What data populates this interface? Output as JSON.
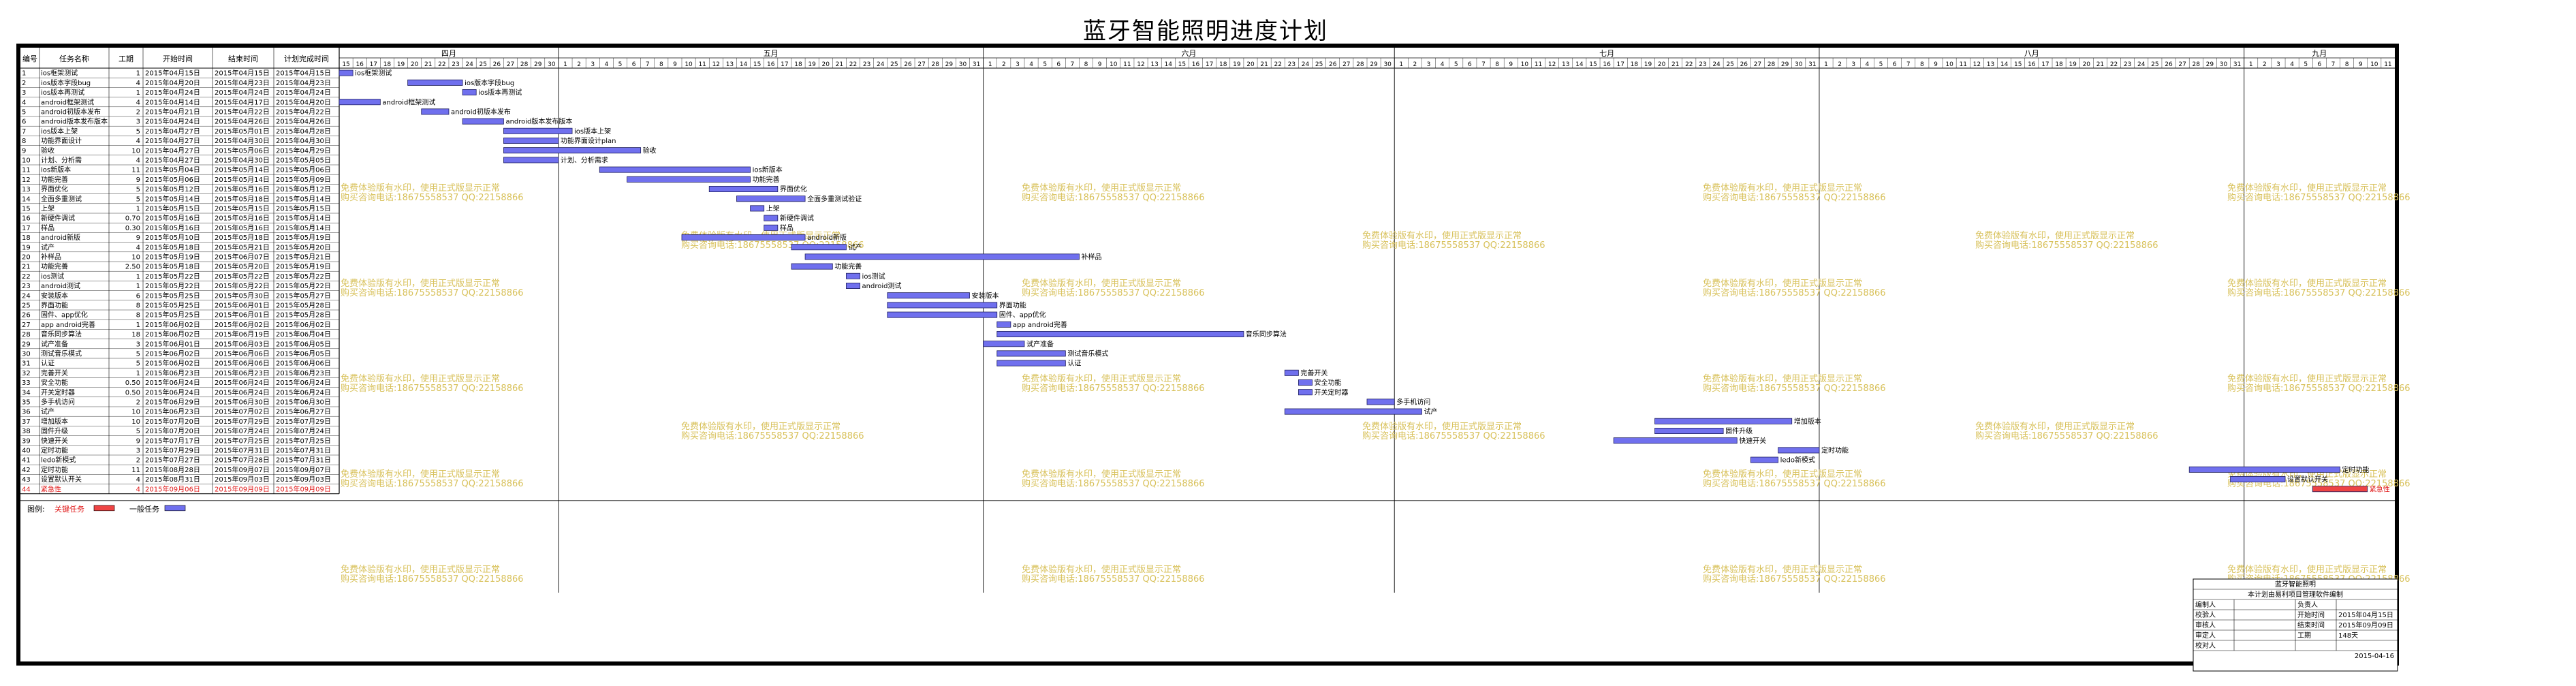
{
  "title": "蓝牙智能照明进度计划",
  "table": {
    "headers": [
      "编号",
      "任务名称",
      "工期",
      "开始时间",
      "结束时间",
      "计划完成时间"
    ]
  },
  "months": [
    "四月",
    "五月",
    "六月",
    "七月",
    "八月",
    "九月"
  ],
  "legend": {
    "label": "图例:",
    "critical": "关键任务",
    "normal": "一般任务"
  },
  "watermark": {
    "line1": "免费体验版有水印，使用正式版显示正常",
    "line2": "购买咨询电话:18675558537 QQ:22158866"
  },
  "info_box": {
    "project": "蓝牙智能照明",
    "subtitle": "本计划由易利项目管理软件编制",
    "rows": [
      [
        "编制人",
        "",
        "负责人",
        ""
      ],
      [
        "校验人",
        "",
        "开始时间",
        "2015年04月15日"
      ],
      [
        "审核人",
        "",
        "结束时间",
        "2015年09月09日"
      ],
      [
        "审定人",
        "",
        "工期",
        "148天"
      ],
      [
        "校对人",
        "",
        "",
        ""
      ]
    ],
    "date": "2015-04-16"
  },
  "chart_data": {
    "type": "gantt",
    "title": "蓝牙智能照明进度计划",
    "axis": {
      "start": "2015-04-15",
      "end": "2015-09-11",
      "months": [
        "四月",
        "五月",
        "六月",
        "七月",
        "八月",
        "九月"
      ]
    },
    "colors": {
      "critical": "#ee4444",
      "normal": "#7070ee"
    },
    "tasks": [
      {
        "id": "1",
        "name": "ios框架测试",
        "dur": "1",
        "start": "2015年04月15日",
        "end": "2015年04月15日",
        "plan": "2015年04月15日",
        "s": "2015-04-15",
        "e": "2015-04-15",
        "label": "ios框架测试"
      },
      {
        "id": "2",
        "name": "ios版本字段bug",
        "dur": "4",
        "start": "2015年04月20日",
        "end": "2015年04月23日",
        "plan": "2015年04月23日",
        "s": "2015-04-20",
        "e": "2015-04-23",
        "label": "ios版本字段bug"
      },
      {
        "id": "3",
        "name": "ios版本再测试",
        "dur": "1",
        "start": "2015年04月24日",
        "end": "2015年04月24日",
        "plan": "2015年04月24日",
        "s": "2015-04-24",
        "e": "2015-04-24",
        "label": "ios版本再测试"
      },
      {
        "id": "4",
        "name": "android框架测试",
        "dur": "4",
        "start": "2015年04月14日",
        "end": "2015年04月17日",
        "plan": "2015年04月20日",
        "s": "2015-04-14",
        "e": "2015-04-17",
        "label": "android框架测试"
      },
      {
        "id": "5",
        "name": "android初版本发布",
        "dur": "2",
        "start": "2015年04月21日",
        "end": "2015年04月22日",
        "plan": "2015年04月22日",
        "s": "2015-04-21",
        "e": "2015-04-22",
        "label": "android初版本发布"
      },
      {
        "id": "6",
        "name": "android版本发布版本",
        "dur": "3",
        "start": "2015年04月24日",
        "end": "2015年04月26日",
        "plan": "2015年04月26日",
        "s": "2015-04-24",
        "e": "2015-04-26",
        "label": "android版本发布版本"
      },
      {
        "id": "7",
        "name": "ios版本上架",
        "dur": "5",
        "start": "2015年04月27日",
        "end": "2015年05月01日",
        "plan": "2015年04月28日",
        "s": "2015-04-27",
        "e": "2015-05-01",
        "label": "ios版本上架"
      },
      {
        "id": "8",
        "name": "功能界面设计",
        "dur": "4",
        "start": "2015年04月27日",
        "end": "2015年04月30日",
        "plan": "2015年04月30日",
        "s": "2015-04-27",
        "e": "2015-04-30",
        "label": "功能界面设计plan"
      },
      {
        "id": "9",
        "name": "验收",
        "dur": "10",
        "start": "2015年04月27日",
        "end": "2015年05月06日",
        "plan": "2015年04月29日",
        "s": "2015-04-27",
        "e": "2015-05-06",
        "label": "验收"
      },
      {
        "id": "10",
        "name": "计划、分析需",
        "dur": "4",
        "start": "2015年04月27日",
        "end": "2015年04月30日",
        "plan": "2015年05月05日",
        "s": "2015-04-27",
        "e": "2015-04-30",
        "label": "计划、分析需求"
      },
      {
        "id": "11",
        "name": "ios新版本",
        "dur": "11",
        "start": "2015年05月04日",
        "end": "2015年05月14日",
        "plan": "2015年05月06日",
        "s": "2015-05-04",
        "e": "2015-05-14",
        "label": "ios新版本"
      },
      {
        "id": "12",
        "name": "功能完善",
        "dur": "9",
        "start": "2015年05月06日",
        "end": "2015年05月14日",
        "plan": "2015年05月09日",
        "s": "2015-05-06",
        "e": "2015-05-14",
        "label": "功能完善"
      },
      {
        "id": "13",
        "name": "界面优化",
        "dur": "5",
        "start": "2015年05月12日",
        "end": "2015年05月16日",
        "plan": "2015年05月12日",
        "s": "2015-05-12",
        "e": "2015-05-16",
        "label": "界面优化"
      },
      {
        "id": "14",
        "name": "全面多重测试",
        "dur": "5",
        "start": "2015年05月14日",
        "end": "2015年05月18日",
        "plan": "2015年05月14日",
        "s": "2015-05-14",
        "e": "2015-05-18",
        "label": "全面多重测试验证"
      },
      {
        "id": "15",
        "name": "上架",
        "dur": "1",
        "start": "2015年05月15日",
        "end": "2015年05月15日",
        "plan": "2015年05月15日",
        "s": "2015-05-15",
        "e": "2015-05-15",
        "label": "上架"
      },
      {
        "id": "16",
        "name": "新硬件调试",
        "dur": "0.70",
        "start": "2015年05月16日",
        "end": "2015年05月16日",
        "plan": "2015年05月14日",
        "s": "2015-05-16",
        "e": "2015-05-16",
        "label": "新硬件调试"
      },
      {
        "id": "17",
        "name": "样品",
        "dur": "0.30",
        "start": "2015年05月16日",
        "end": "2015年05月16日",
        "plan": "2015年05月14日",
        "s": "2015-05-16",
        "e": "2015-05-16",
        "label": "样品"
      },
      {
        "id": "18",
        "name": "android新版",
        "dur": "9",
        "start": "2015年05月10日",
        "end": "2015年05月18日",
        "plan": "2015年05月19日",
        "s": "2015-05-10",
        "e": "2015-05-18",
        "label": "android新版"
      },
      {
        "id": "19",
        "name": "试产",
        "dur": "4",
        "start": "2015年05月18日",
        "end": "2015年05月21日",
        "plan": "2015年05月20日",
        "s": "2015-05-18",
        "e": "2015-05-21",
        "label": "试产"
      },
      {
        "id": "20",
        "name": "补样品",
        "dur": "10",
        "start": "2015年05月19日",
        "end": "2015年06月07日",
        "plan": "2015年05月21日",
        "s": "2015-05-19",
        "e": "2015-06-07",
        "label": "补样品"
      },
      {
        "id": "21",
        "name": "功能完善",
        "dur": "2.50",
        "start": "2015年05月18日",
        "end": "2015年05月20日",
        "plan": "2015年05月19日",
        "s": "2015-05-18",
        "e": "2015-05-20",
        "label": "功能完善"
      },
      {
        "id": "22",
        "name": "ios测试",
        "dur": "1",
        "start": "2015年05月22日",
        "end": "2015年05月22日",
        "plan": "2015年05月22日",
        "s": "2015-05-22",
        "e": "2015-05-22",
        "label": "ios测试"
      },
      {
        "id": "23",
        "name": "android测试",
        "dur": "1",
        "start": "2015年05月22日",
        "end": "2015年05月22日",
        "plan": "2015年05月22日",
        "s": "2015-05-22",
        "e": "2015-05-22",
        "label": "android测试"
      },
      {
        "id": "24",
        "name": "安装版本",
        "dur": "6",
        "start": "2015年05月25日",
        "end": "2015年05月30日",
        "plan": "2015年05月27日",
        "s": "2015-05-25",
        "e": "2015-05-30",
        "label": "安装版本"
      },
      {
        "id": "25",
        "name": "界面功能",
        "dur": "8",
        "start": "2015年05月25日",
        "end": "2015年06月01日",
        "plan": "2015年05月28日",
        "s": "2015-05-25",
        "e": "2015-06-01",
        "label": "界面功能"
      },
      {
        "id": "26",
        "name": "固件、app优化",
        "dur": "8",
        "start": "2015年05月25日",
        "end": "2015年06月01日",
        "plan": "2015年05月28日",
        "s": "2015-05-25",
        "e": "2015-06-01",
        "label": "固件、app优化"
      },
      {
        "id": "27",
        "name": "app android完善",
        "dur": "1",
        "start": "2015年06月02日",
        "end": "2015年06月02日",
        "plan": "2015年06月02日",
        "s": "2015-06-02",
        "e": "2015-06-02",
        "label": "app android完善"
      },
      {
        "id": "28",
        "name": "音乐同步算法",
        "dur": "18",
        "start": "2015年06月02日",
        "end": "2015年06月19日",
        "plan": "2015年06月04日",
        "s": "2015-06-02",
        "e": "2015-06-19",
        "label": "音乐同步算法"
      },
      {
        "id": "29",
        "name": "试产准备",
        "dur": "3",
        "start": "2015年06月01日",
        "end": "2015年06月03日",
        "plan": "2015年06月05日",
        "s": "2015-06-01",
        "e": "2015-06-03",
        "label": "试产准备"
      },
      {
        "id": "30",
        "name": "测试音乐模式",
        "dur": "5",
        "start": "2015年06月02日",
        "end": "2015年06月06日",
        "plan": "2015年06月05日",
        "s": "2015-06-02",
        "e": "2015-06-06",
        "label": "测试音乐模式"
      },
      {
        "id": "31",
        "name": "认证",
        "dur": "5",
        "start": "2015年06月02日",
        "end": "2015年06月06日",
        "plan": "2015年06月06日",
        "s": "2015-06-02",
        "e": "2015-06-06",
        "label": "认证"
      },
      {
        "id": "32",
        "name": "完善开关",
        "dur": "1",
        "start": "2015年06月23日",
        "end": "2015年06月23日",
        "plan": "2015年06月23日",
        "s": "2015-06-23",
        "e": "2015-06-23",
        "label": "完善开关"
      },
      {
        "id": "33",
        "name": "安全功能",
        "dur": "0.50",
        "start": "2015年06月24日",
        "end": "2015年06月24日",
        "plan": "2015年06月24日",
        "s": "2015-06-24",
        "e": "2015-06-24",
        "label": "安全功能"
      },
      {
        "id": "34",
        "name": "开关定时器",
        "dur": "0.50",
        "start": "2015年06月24日",
        "end": "2015年06月24日",
        "plan": "2015年06月24日",
        "s": "2015-06-24",
        "e": "2015-06-24",
        "label": "开关定时器"
      },
      {
        "id": "35",
        "name": "多手机访问",
        "dur": "2",
        "start": "2015年06月29日",
        "end": "2015年06月30日",
        "plan": "2015年06月30日",
        "s": "2015-06-29",
        "e": "2015-06-30",
        "label": "多手机访问"
      },
      {
        "id": "36",
        "name": "试产",
        "dur": "10",
        "start": "2015年06月23日",
        "end": "2015年07月02日",
        "plan": "2015年06月27日",
        "s": "2015-06-23",
        "e": "2015-07-02",
        "label": "试产"
      },
      {
        "id": "37",
        "name": "增加版本",
        "dur": "10",
        "start": "2015年07月20日",
        "end": "2015年07月29日",
        "plan": "2015年07月29日",
        "s": "2015-07-20",
        "e": "2015-07-29",
        "label": "增加版本"
      },
      {
        "id": "38",
        "name": "固件升级",
        "dur": "5",
        "start": "2015年07月20日",
        "end": "2015年07月24日",
        "plan": "2015年07月24日",
        "s": "2015-07-20",
        "e": "2015-07-24",
        "label": "固件升级"
      },
      {
        "id": "39",
        "name": "快速开关",
        "dur": "9",
        "start": "2015年07月17日",
        "end": "2015年07月25日",
        "plan": "2015年07月25日",
        "s": "2015-07-17",
        "e": "2015-07-25",
        "label": "快速开关"
      },
      {
        "id": "40",
        "name": "定时功能",
        "dur": "3",
        "start": "2015年07月29日",
        "end": "2015年07月31日",
        "plan": "2015年07月31日",
        "s": "2015-07-29",
        "e": "2015-07-31",
        "label": "定时功能"
      },
      {
        "id": "41",
        "name": "ledo新模式",
        "dur": "2",
        "start": "2015年07月27日",
        "end": "2015年07月28日",
        "plan": "2015年07月31日",
        "s": "2015-07-27",
        "e": "2015-07-28",
        "label": "ledo新模式"
      },
      {
        "id": "42",
        "name": "定时功能",
        "dur": "11",
        "start": "2015年08月28日",
        "end": "2015年09月07日",
        "plan": "2015年09月07日",
        "s": "2015-08-28",
        "e": "2015-09-07",
        "label": "定时功能"
      },
      {
        "id": "43",
        "name": "设置默认开关",
        "dur": "4",
        "start": "2015年08月31日",
        "end": "2015年09月03日",
        "plan": "2015年09月03日",
        "s": "2015-08-31",
        "e": "2015-09-03",
        "label": "设置默认开关"
      },
      {
        "id": "44",
        "name": "紧急性",
        "dur": "4",
        "start": "2015年09月06日",
        "end": "2015年09月09日",
        "plan": "2015年09月09日",
        "s": "2015-09-06",
        "e": "2015-09-09",
        "label": "紧急性",
        "critical": true
      }
    ]
  }
}
